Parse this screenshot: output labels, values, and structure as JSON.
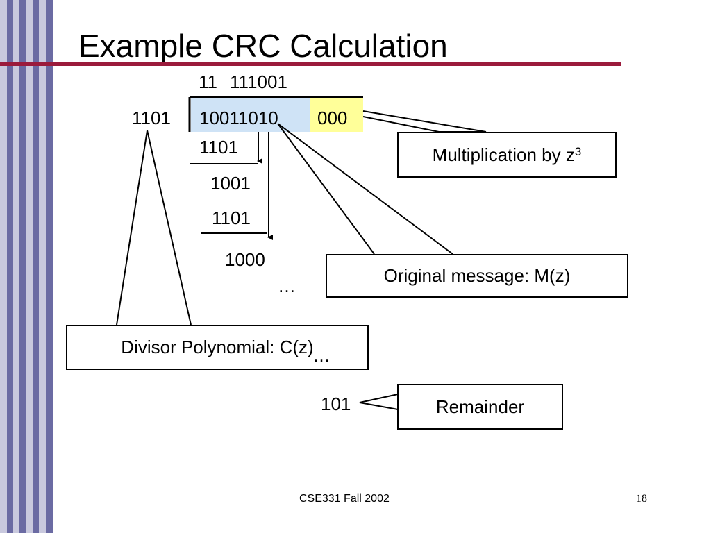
{
  "slide": {
    "title": "Example CRC Calculation",
    "footer": "CSE331 Fall 2002",
    "page_number": "18"
  },
  "division": {
    "quotient_a": "11",
    "quotient_b": "111001",
    "divisor": "1101",
    "message": "10011010",
    "padding": "000",
    "step1_sub": "1101",
    "step2_val": "1001",
    "step2_sub": "1101",
    "step3_val": "1000",
    "ellipsis_1": "…",
    "ellipsis_2": "…",
    "ellipsis_3": "…",
    "remainder": "101"
  },
  "callouts": {
    "multiplication_label": "Multiplication by z",
    "multiplication_exponent": "3",
    "original_message": "Original message: M(z)",
    "divisor_polynomial": "Divisor Polynomial: C(z)",
    "remainder": "Remainder"
  },
  "colors": {
    "stripe_dark": "#6b6ba3",
    "stripe_light": "#c9c9de",
    "title_rule": "#9b1b3c",
    "message_highlight": "#cfe3f6",
    "padding_highlight": "#ffff99"
  }
}
